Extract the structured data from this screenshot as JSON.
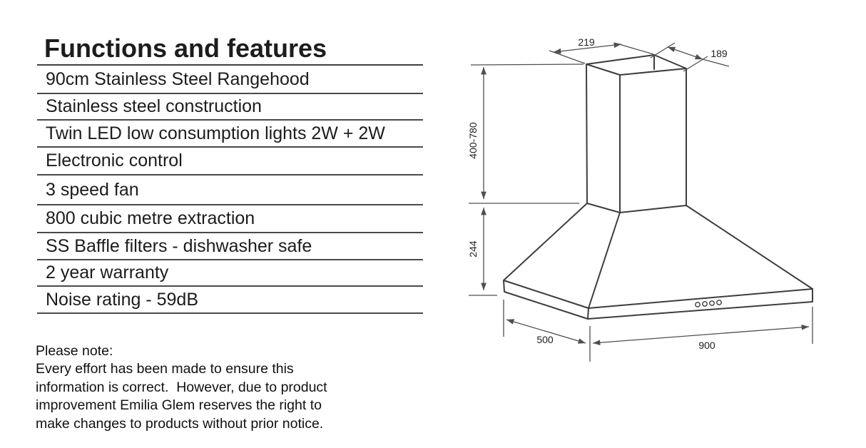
{
  "page": {
    "background": "#ffffff",
    "text_color": "#1f1f1f",
    "rule_color": "#4a4a4a"
  },
  "features": {
    "title": "Functions and features",
    "items": [
      "90cm Stainless Steel Rangehood",
      "Stainless steel construction",
      "Twin LED low consumption lights 2W + 2W",
      "Electronic control",
      "3 speed fan",
      "800 cubic metre extraction",
      "SS Baffle filters - dishwasher safe",
      "2 year warranty",
      "Noise rating - 59dB"
    ]
  },
  "note": {
    "lines": [
      "Please note:",
      "Every effort has been made to ensure this",
      "information is correct.  However, due to product",
      "improvement Emilia Glem reserves the right to",
      "make changes to products without prior notice."
    ]
  },
  "diagram": {
    "line_color": "#3d3d3d",
    "control_dots": 4,
    "labels": {
      "duct_depth": "219",
      "duct_width": "189",
      "duct_height_range": "400-780",
      "hood_height": "244",
      "hood_depth": "500",
      "hood_width": "900"
    }
  }
}
